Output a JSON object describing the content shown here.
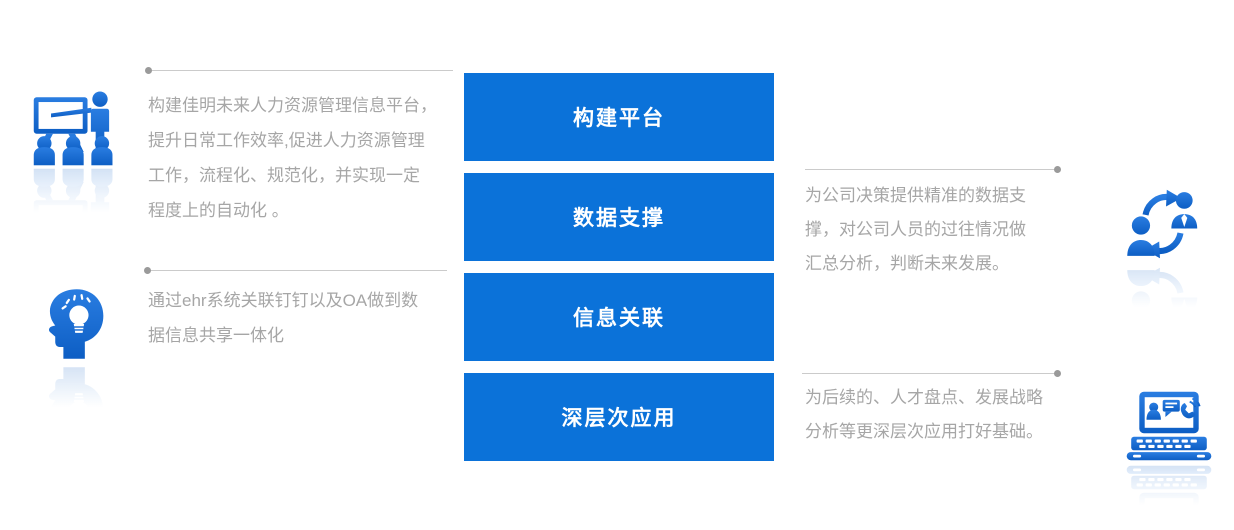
{
  "palette": {
    "box_blue": "#0b72d9",
    "box_text": "#ffffff",
    "paragraph_text": "#a6a6a6",
    "line_color": "#cbcbcb",
    "dot_color": "#9a9a9a",
    "icon_blue_light": "#2a7de1",
    "icon_blue_dark": "#0d5ec4"
  },
  "center_steps": [
    {
      "label": "构建平台"
    },
    {
      "label": "数据支撑"
    },
    {
      "label": "信息关联"
    },
    {
      "label": "深层次应用"
    }
  ],
  "annotations": {
    "left": [
      {
        "icon": "training-presentation",
        "text": "构建佳明未来人力资源管理信息平台，\n提升日常工作效率,促进人力资源管理\n工作，流程化、规范化，并实现一定\n程度上的自动化 。"
      },
      {
        "icon": "idea-head",
        "text": "通过ehr系统关联钉钉以及OA做到数\n据信息共享一体化"
      }
    ],
    "right": [
      {
        "icon": "people-exchange",
        "text": "为公司决策提供精准的数据支\n撑，对公司人员的过往情况做\n汇总分析，判断未来发展。"
      },
      {
        "icon": "laptop-communication",
        "text": "为后续的、人才盘点、发展战略\n分析等更深层次应用打好基础。"
      }
    ]
  }
}
